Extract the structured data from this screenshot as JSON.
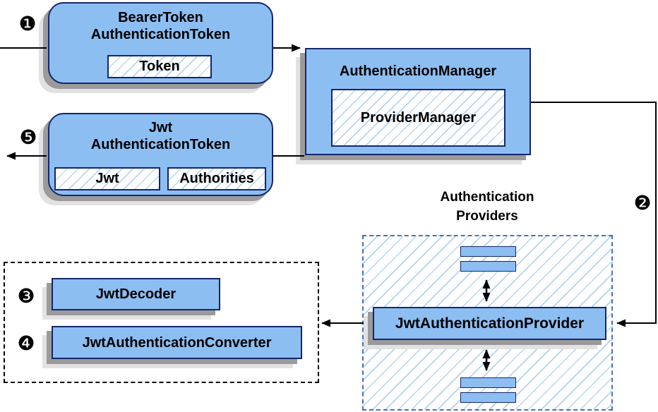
{
  "colors": {
    "node_fill": "#8cbef2",
    "node_border": "#15266b",
    "hatch_line": "#aacdf0",
    "providers_dash_border": "#4673b8",
    "decoder_dash_border": "#000000",
    "shadow_dark": "#9b9b9b",
    "shadow_light": "#e2e2e2",
    "connector": "#000000"
  },
  "steps": {
    "s1": "❶",
    "s2": "❷",
    "s3": "❸",
    "s4": "❹",
    "s5": "❺"
  },
  "nodes": {
    "bearer_token": {
      "title_line1": "BearerToken",
      "title_line2": "AuthenticationToken",
      "field_token": "Token"
    },
    "authentication_manager": {
      "title": "AuthenticationManager",
      "field_provider_manager": "ProviderManager"
    },
    "jwt_authentication_token": {
      "title_line1": "Jwt",
      "title_line2": "AuthenticationToken",
      "field_jwt": "Jwt",
      "field_authorities": "Authorities"
    },
    "authentication_providers": {
      "label_line1": "Authentication",
      "label_line2": "Providers"
    },
    "jwt_authentication_provider": {
      "title": "JwtAuthenticationProvider"
    },
    "jwt_decoder": {
      "title": "JwtDecoder"
    },
    "jwt_authentication_converter": {
      "title": "JwtAuthenticationConverter"
    }
  }
}
